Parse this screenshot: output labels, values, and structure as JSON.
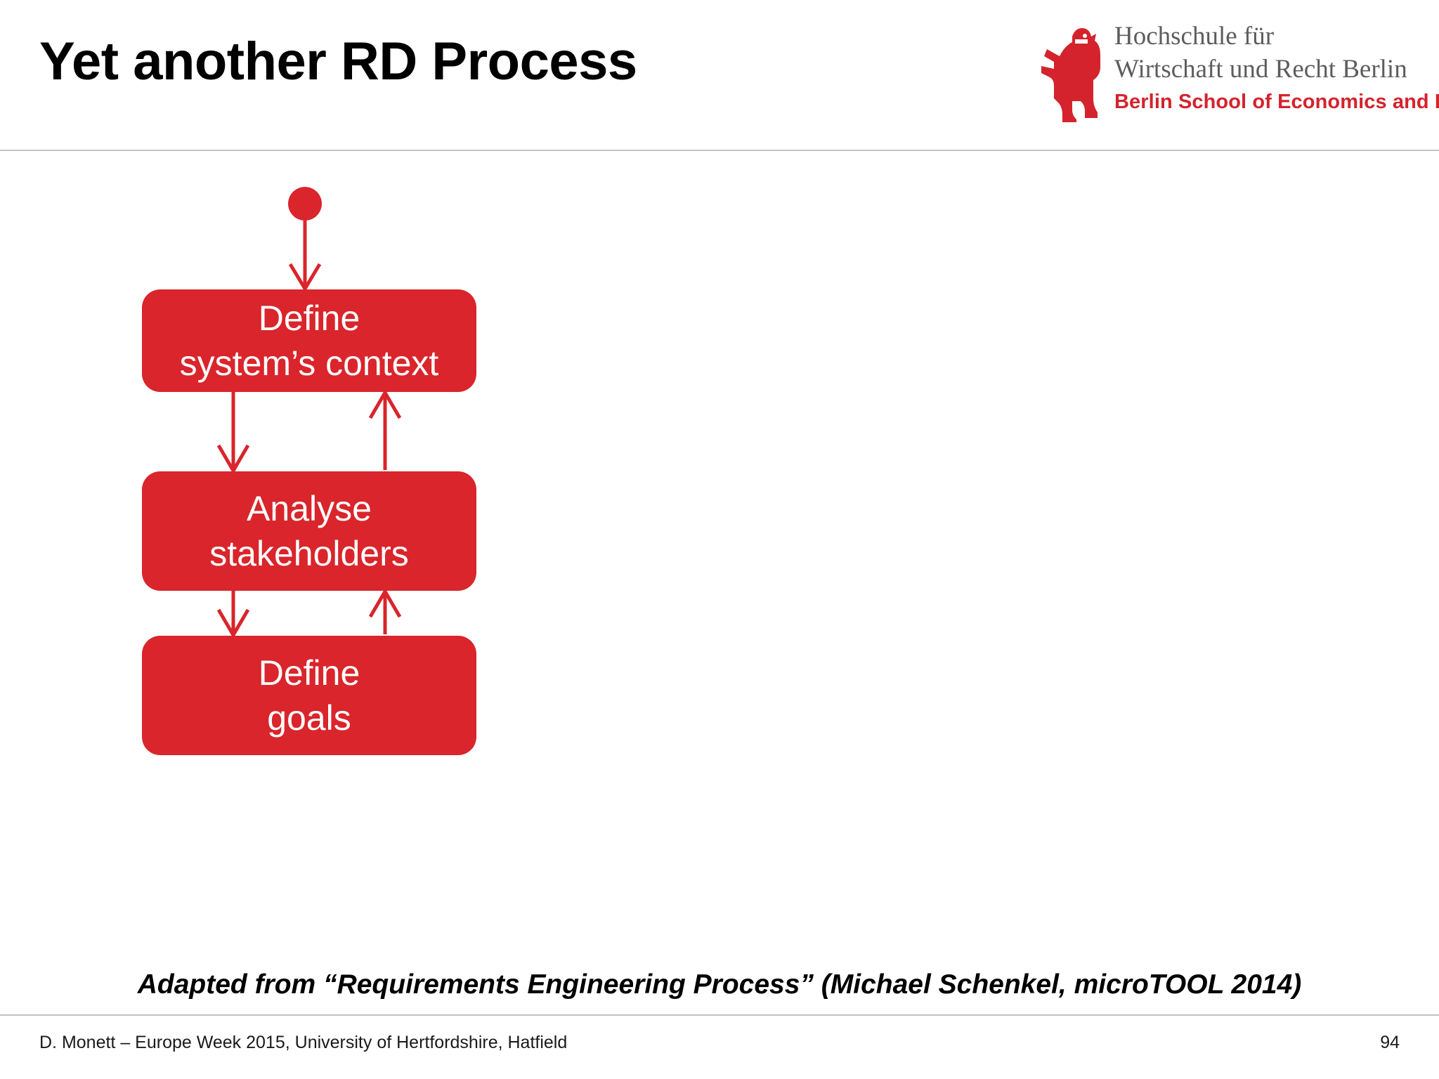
{
  "slide": {
    "title": "Yet another RD Process",
    "page_number": "94",
    "accent_color": "#d9252b",
    "rule_color": "#c3c3c3",
    "background_color": "#ffffff"
  },
  "logo": {
    "icon": "berlin-bear-icon",
    "german_line_1": "Hochschule für",
    "german_line_2": "Wirtschaft und Recht Berlin",
    "english_line": "Berlin School of Economics and Law",
    "german_color": "#5d5d5d",
    "english_color": "#d4232d"
  },
  "diagram": {
    "type": "activity-flow",
    "start_node": {
      "name": "start-node",
      "shape": "filled-circle",
      "color": "#d9252b"
    },
    "nodes": [
      {
        "id": "define-context",
        "line1": "Define",
        "line2": "system’s context"
      },
      {
        "id": "analyse-stakeholders",
        "line1": "Analyse",
        "line2": "stakeholders"
      },
      {
        "id": "define-goals",
        "line1": "Define",
        "line2": "goals"
      }
    ],
    "edges": [
      {
        "from": "start-node",
        "to": "define-context",
        "direction": "down"
      },
      {
        "from": "define-context",
        "to": "analyse-stakeholders",
        "direction": "down"
      },
      {
        "from": "analyse-stakeholders",
        "to": "define-context",
        "direction": "up"
      },
      {
        "from": "analyse-stakeholders",
        "to": "define-goals",
        "direction": "down"
      },
      {
        "from": "define-goals",
        "to": "analyse-stakeholders",
        "direction": "up"
      }
    ]
  },
  "caption": "Adapted from “Requirements Engineering Process” (Michael Schenkel, microTOOL 2014)",
  "footer": {
    "left_text": "D. Monett – Europe Week 2015, University of Hertfordshire, Hatfield",
    "page_number": "94"
  }
}
